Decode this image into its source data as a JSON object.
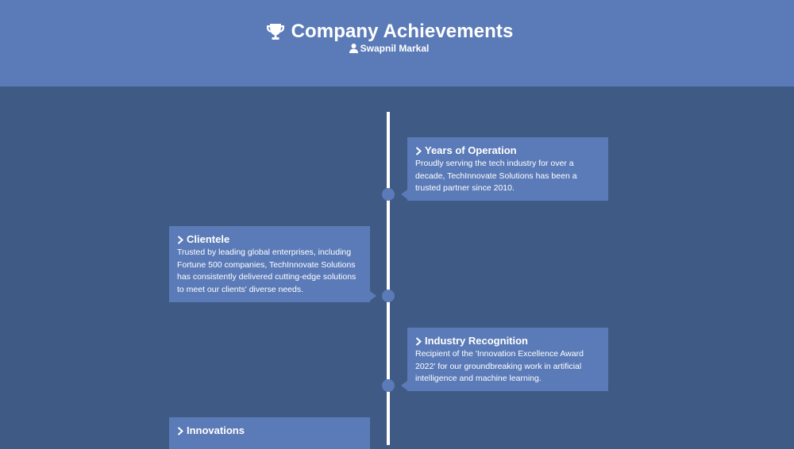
{
  "header": {
    "title": "Company Achievements",
    "author": "Swapnil Markal",
    "title_icon": "trophy-icon",
    "author_icon": "user-icon"
  },
  "timeline": {
    "items": [
      {
        "title": "Years of Operation",
        "text": "Proudly serving the tech industry for over a decade, TechInnovate Solutions has been a trusted partner since 2010."
      },
      {
        "title": "Clientele",
        "text": "Trusted by leading global enterprises, including Fortune 500 companies, TechInnovate Solutions has consistently delivered cutting-edge solutions to meet our clients' diverse needs."
      },
      {
        "title": "Industry Recognition",
        "text": "Recipient of the 'Innovation Excellence Award 2022' for our groundbreaking work in artificial intelligence and machine learning."
      },
      {
        "title": "Innovations",
        "text": ""
      }
    ]
  },
  "colors": {
    "header_bg": "#5b7bb8",
    "page_bg": "#3f5a84",
    "card_bg": "#5b7bb8",
    "line": "#ffffff"
  }
}
